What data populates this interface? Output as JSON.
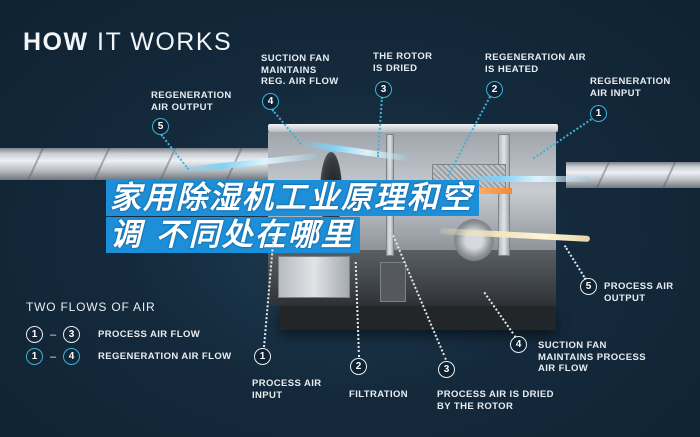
{
  "heading": {
    "bold": "HOW",
    "rest": " IT WORKS"
  },
  "overlay_title": {
    "line1": "家用除湿机工业原理和空",
    "line2": "调  不同处在哪里",
    "background_color": "#1c8fd8"
  },
  "regeneration_labels": [
    {
      "num": "5",
      "text": "REGENERATION\nAIR OUTPUT"
    },
    {
      "num": "4",
      "text": "SUCTION FAN\nMAINTAINS\nREG. AIR FLOW"
    },
    {
      "num": "3",
      "text": "THE ROTOR\nIS DRIED"
    },
    {
      "num": "2",
      "text": "REGENERATION AIR\nIS HEATED"
    },
    {
      "num": "1",
      "text": "REGENERATION\nAIR INPUT"
    }
  ],
  "process_labels": [
    {
      "num": "1",
      "text": "PROCESS AIR\nINPUT"
    },
    {
      "num": "2",
      "text": "FILTRATION"
    },
    {
      "num": "3",
      "text": "PROCESS AIR IS DRIED\nBY THE ROTOR"
    },
    {
      "num": "4",
      "text": "SUCTION FAN\nMAINTAINS PROCESS\nAIR FLOW"
    },
    {
      "num": "5",
      "text": "PROCESS AIR\nOUTPUT"
    }
  ],
  "legend": {
    "title": "TWO FLOWS OF AIR",
    "rows": [
      {
        "from": "1",
        "to": "3",
        "label": "PROCESS AIR FLOW",
        "color": "#e8eef2"
      },
      {
        "from": "1",
        "to": "4",
        "label": "REGENERATION AIR FLOW",
        "color": "#3fb2d6"
      }
    ]
  },
  "colors": {
    "background": "#142a3c",
    "regeneration_accent": "#3fb2d6",
    "process_accent": "#e8eef2",
    "heater": "#f08a3a"
  }
}
